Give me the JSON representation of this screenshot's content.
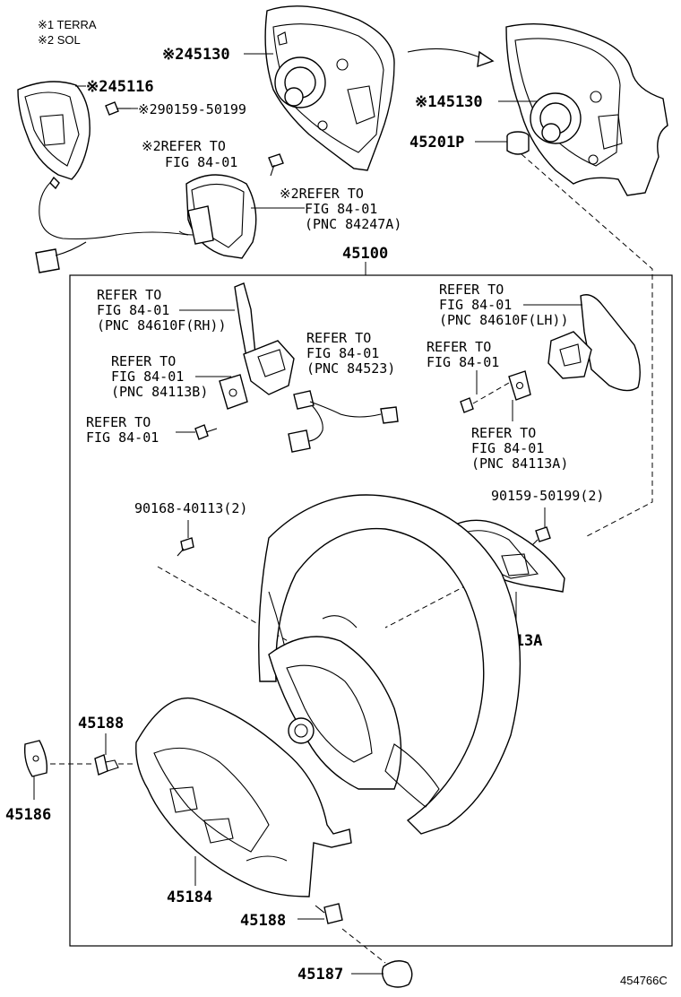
{
  "notes": {
    "note1": "※1 TERRA",
    "note2": "※2 SOL"
  },
  "labels": {
    "p45130_sol": "※245130",
    "p45130_terra": "※145130",
    "p45116": "※245116",
    "p90159_top": "※290159-50199",
    "p45201p": "45201P",
    "p45100": "45100",
    "ref_top_1a": "※2REFER TO",
    "ref_top_1b": "FIG 84-01",
    "ref_top_2a": "※2REFER TO",
    "ref_top_2b": "FIG 84-01",
    "ref_top_2c": "(PNC 84247A)",
    "ref_rh_a": "REFER TO",
    "ref_rh_b": "FIG 84-01",
    "ref_rh_c": "(PNC 84610F(RH))",
    "ref_84113b_a": "REFER TO",
    "ref_84113b_b": "FIG 84-01",
    "ref_84113b_c": "(PNC 84113B)",
    "ref_bolt_l_a": "REFER TO",
    "ref_bolt_l_b": "FIG 84-01",
    "ref_84523_a": "REFER TO",
    "ref_84523_b": "FIG 84-01",
    "ref_84523_c": "(PNC 84523)",
    "ref_lh_a": "REFER TO",
    "ref_lh_b": "FIG 84-01",
    "ref_lh_c": "(PNC 84610F(LH))",
    "ref_bolt_r_a": "REFER TO",
    "ref_bolt_r_b": "FIG 84-01",
    "ref_84113a_a": "REFER TO",
    "ref_84113a_b": "FIG 84-01",
    "ref_84113a_c": "(PNC 84113A)",
    "p90168": "90168-40113(2)",
    "p90159_mid": "90159-50199(2)",
    "p45713a": "45713A",
    "p45188_top": "45188",
    "p45186": "45186",
    "p45184": "45184",
    "p45188_bottom": "45188",
    "p45187": "45187",
    "drawing_no": "454766C"
  }
}
